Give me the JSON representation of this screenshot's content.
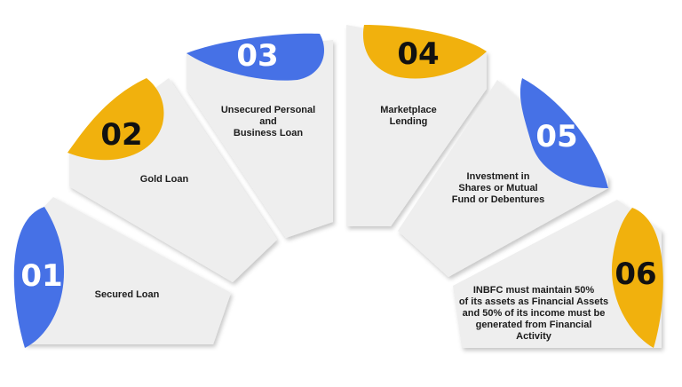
{
  "segments": [
    {
      "number": "01",
      "lines": [
        "Secured Loan"
      ],
      "tab_color": "#4671e6"
    },
    {
      "number": "02",
      "lines": [
        "Gold Loan"
      ],
      "tab_color": "#f1b10d"
    },
    {
      "number": "03",
      "lines": [
        "Unsecured Personal",
        "and",
        "Business Loan"
      ],
      "tab_color": "#4671e6"
    },
    {
      "number": "04",
      "lines": [
        "Marketplace",
        "Lending"
      ],
      "tab_color": "#f1b10d"
    },
    {
      "number": "05",
      "lines": [
        "Investment in",
        "Shares or Mutual",
        "Fund or Debentures"
      ],
      "tab_color": "#4671e6"
    },
    {
      "number": "06",
      "lines": [
        "INBFC must maintain 50%",
        "of its assets as Financial Assets",
        "and 50% of its income must be",
        "generated from Financial",
        "Activity"
      ],
      "tab_color": "#f1b10d"
    }
  ],
  "colors": {
    "panel": "#eeeeee",
    "panel_shadow": "#c9c9c9",
    "number_on_blue": "#ffffff",
    "number_on_yellow": "#111111"
  }
}
